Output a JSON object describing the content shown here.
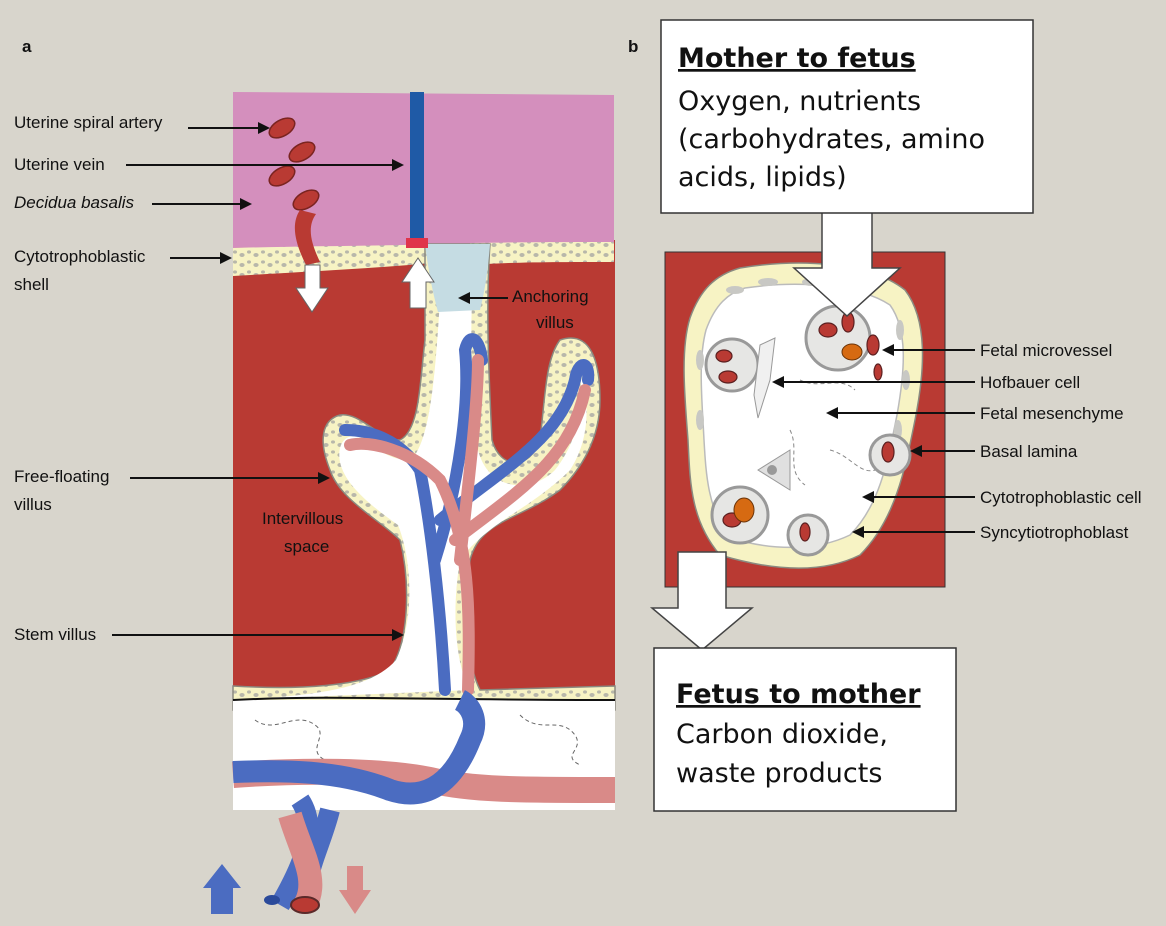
{
  "panel_a": {
    "letter": "a",
    "labels": {
      "uterine_spiral_artery": "Uterine spiral artery",
      "uterine_vein": "Uterine vein",
      "decidua_basalis": "Decidua basalis",
      "cytotrophoblastic_shell_1": "Cytotrophoblastic",
      "cytotrophoblastic_shell_2": "shell",
      "anchoring_villus_1": "Anchoring",
      "anchoring_villus_2": "villus",
      "free_floating_villus_1": "Free-floating",
      "free_floating_villus_2": "villus",
      "intervillous_space_1": "Intervillous",
      "intervillous_space_2": "space",
      "stem_villus": "Stem villus"
    }
  },
  "panel_b": {
    "letter": "b",
    "mother_to_fetus": {
      "title": "Mother to fetus",
      "line1": "Oxygen, nutrients",
      "line2": "(carbohydrates, amino",
      "line3": "acids, lipids)"
    },
    "fetus_to_mother": {
      "title": "Fetus to mother",
      "line1": "Carbon dioxide,",
      "line2": "waste products"
    },
    "labels": {
      "fetal_microvessel": "Fetal microvessel",
      "hofbauer_cell": "Hofbauer cell",
      "fetal_mesenchyme": "Fetal mesenchyme",
      "basal_lamina": "Basal lamina",
      "cytotrophoblastic_cell": "Cytotrophoblastic cell",
      "syncytiotrophoblast": "Syncytiotrophoblast"
    }
  },
  "colors": {
    "background": "#d8d5cc",
    "maternal_blood": "#b93a33",
    "decidua": "#d48fbd",
    "trophoblast": "#f7f3c4",
    "mesenchyme": "#ffffff",
    "fetal_vein": "#4b6cc1",
    "fetal_artery": "#d98a88",
    "anchoring_core": "#c5dce3"
  }
}
